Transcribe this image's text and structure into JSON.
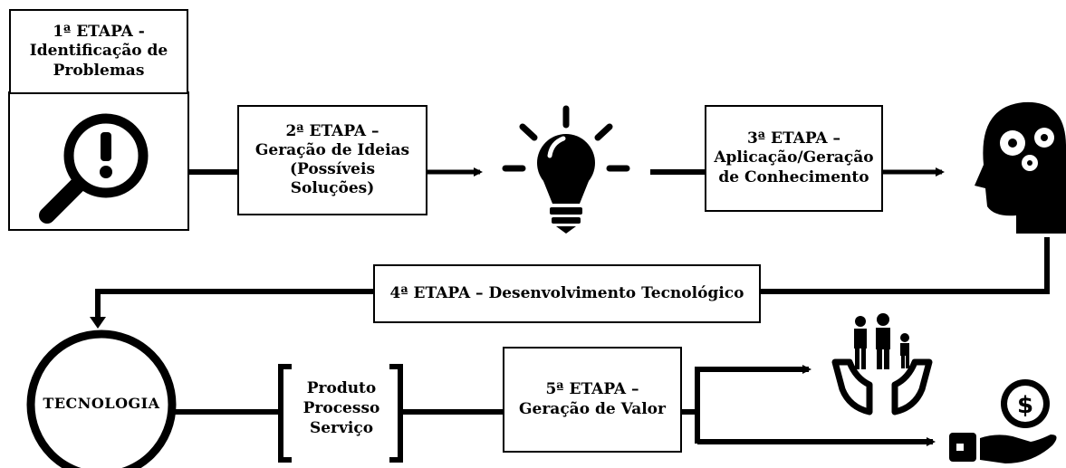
{
  "stage1": {
    "title": "1ª ETAPA -\nIdentificação de\nProblemas"
  },
  "stage2": {
    "title": "2ª ETAPA –\nGeração de Ideias\n(Possíveis\nSoluções)"
  },
  "stage3": {
    "title": "3ª ETAPA –\nAplicação/Geração\nde Conhecimento"
  },
  "stage4": {
    "title": "4ª ETAPA – Desenvolvimento Tecnológico"
  },
  "technology": {
    "label": "TECNOLOGIA"
  },
  "outputs": {
    "text": "Produto\nProcesso\nServiço"
  },
  "stage5": {
    "title": "5ª ETAPA –\nGeração de Valor"
  },
  "icons": [
    "magnifier-exclamation-icon",
    "lightbulb-icon",
    "head-gears-icon",
    "family-hands-icon",
    "money-hand-icon"
  ],
  "colors": {
    "stroke": "#000000",
    "background": "#ffffff"
  }
}
